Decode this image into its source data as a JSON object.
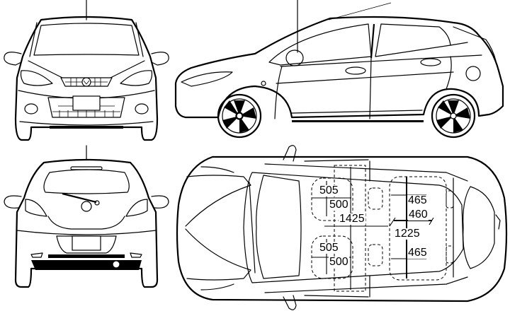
{
  "drawing": {
    "subject": "hatchback car blueprint",
    "views": [
      "front-view",
      "side-view",
      "rear-view",
      "top-view"
    ]
  },
  "dimensions": {
    "front_left_seat_width": "505",
    "front_left_seat_depth": "500",
    "front_right_seat_width": "505",
    "front_right_seat_depth": "500",
    "front_legroom_length": "1425",
    "rear_seat_upper_width": "465",
    "rear_seat_depth": "460",
    "rear_seat_lower_width": "465",
    "rear_interior_width": "1225"
  },
  "colors": {
    "line": "#000000",
    "background": "#ffffff"
  }
}
